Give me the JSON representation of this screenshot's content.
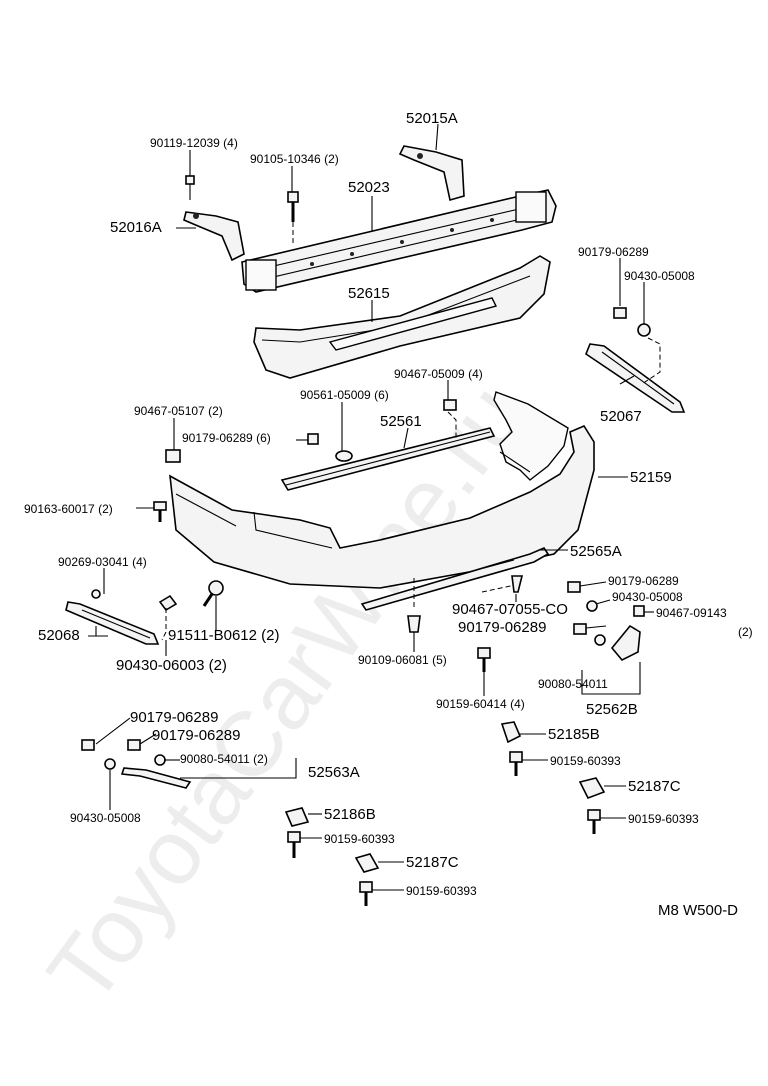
{
  "watermark": "ToyotaCarWine.ru",
  "diagram_code": "M8 W500-D",
  "labels": {
    "p52015A": "52015A",
    "p90119": "90119-12039 (4)",
    "p90105": "90105-10346 (2)",
    "p52023": "52023",
    "p52016A": "52016A",
    "p90179_a": "90179-06289",
    "p90430_a": "90430-05008",
    "p52615": "52615",
    "p90467_05009": "90467-05009 (4)",
    "p90561": "90561-05009 (6)",
    "p52561": "52561",
    "p52067": "52067",
    "p90467_05107": "90467-05107 (2)",
    "p90179_6": "90179-06289 (6)",
    "p52159": "52159",
    "p90163": "90163-60017 (2)",
    "p52565A": "52565A",
    "p90269": "90269-03041 (4)",
    "p90179_b": "90179-06289",
    "p90430_b": "90430-05008",
    "p90467_07055": "90467-07055-CO",
    "p90467_09143": "90467-09143",
    "p90467_09143_qty": "(2)",
    "p52068": "52068",
    "p91511": "91511-B0612 (2)",
    "p90179_c": "90179-06289",
    "p90430_06003": "90430-06003 (2)",
    "p90109": "90109-06081 (5)",
    "p90080_a": "90080-54011",
    "p90159_60414": "90159-60414 (4)",
    "p52562B": "52562B",
    "p90179_d": "90179-06289",
    "p90179_e": "90179-06289",
    "p90080_b": "90080-54011 (2)",
    "p52563A": "52563A",
    "p90430_c": "90430-05008",
    "p52185B": "52185B",
    "p90159_a": "90159-60393",
    "p52187C_a": "52187C",
    "p90159_b": "90159-60393",
    "p52186B": "52186B",
    "p90159_c": "90159-60393",
    "p52187C_b": "52187C",
    "p90159_d": "90159-60393"
  }
}
